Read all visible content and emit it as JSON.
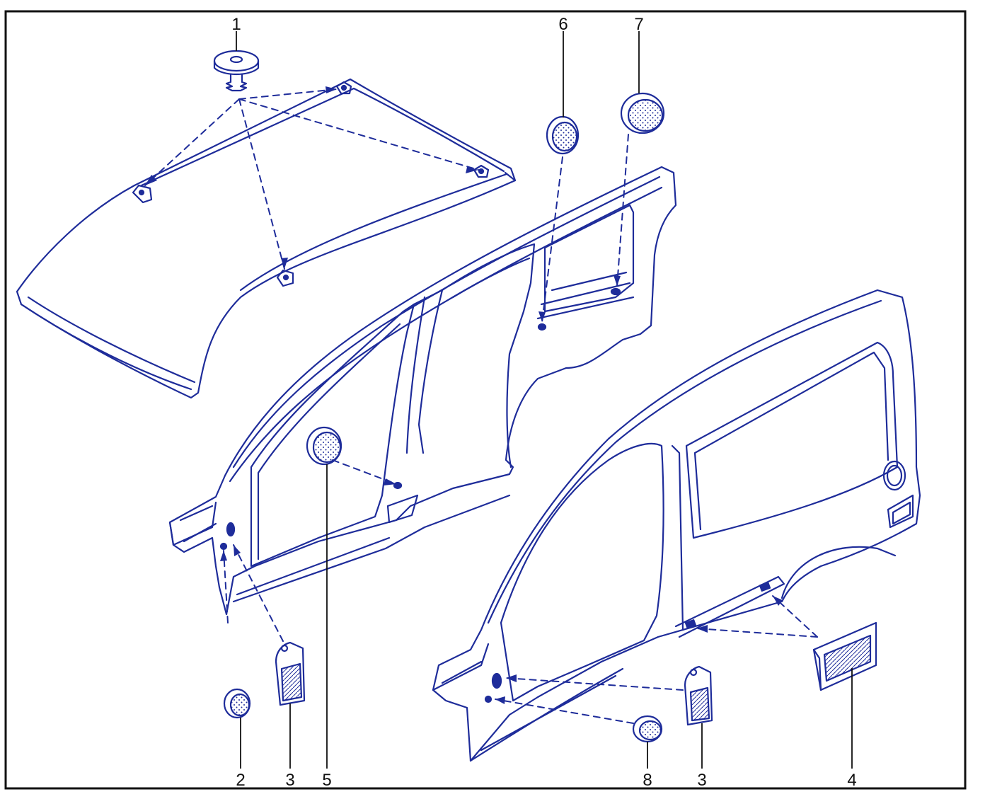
{
  "colors": {
    "line": "#1e2c9a",
    "frame": "#111111",
    "label": "#111111",
    "background": "#ffffff"
  },
  "callouts": [
    {
      "id": "c1",
      "text": "1"
    },
    {
      "id": "c6",
      "text": "6"
    },
    {
      "id": "c7",
      "text": "7"
    },
    {
      "id": "c2",
      "text": "2"
    },
    {
      "id": "c3a",
      "text": "3"
    },
    {
      "id": "c5",
      "text": "5"
    },
    {
      "id": "c8",
      "text": "8"
    },
    {
      "id": "c3b",
      "text": "3"
    },
    {
      "id": "c4",
      "text": "4"
    }
  ]
}
